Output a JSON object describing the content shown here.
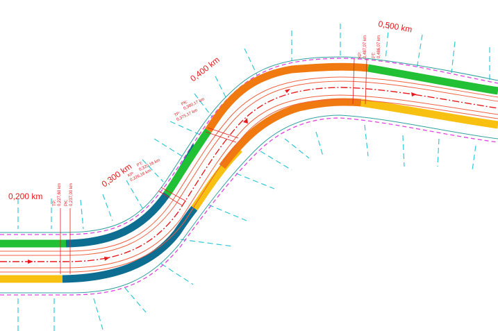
{
  "drawing": {
    "colors": {
      "background": "#ffffff",
      "boundary_dashed": "#e040e0",
      "offset_ticks": "#30c8d8",
      "centerline": "#e8191c",
      "lane_lines": "#f06040",
      "band_green": "#22c034",
      "band_blue": "#0d6e91",
      "band_orange": "#f07a10",
      "band_yellow": "#f8c010",
      "band_light_orange": "#f5a020",
      "text": "#e8191c"
    },
    "chainage_labels": [
      "0,200 km",
      "0,300 km",
      "0,400 km",
      "0,500 km"
    ],
    "tangent_point_labels": [
      "PK:\n0,237,00 km",
      "TP:\n0,227,60 km",
      "PT:\n0,320,16 km",
      "KP:\n0,326,16 km",
      "PK:\n0,380,17 km",
      "TP:\n0,375,17 km",
      "KP:\n0,487,07 km",
      "PT:\n0,486,07 km"
    ]
  }
}
